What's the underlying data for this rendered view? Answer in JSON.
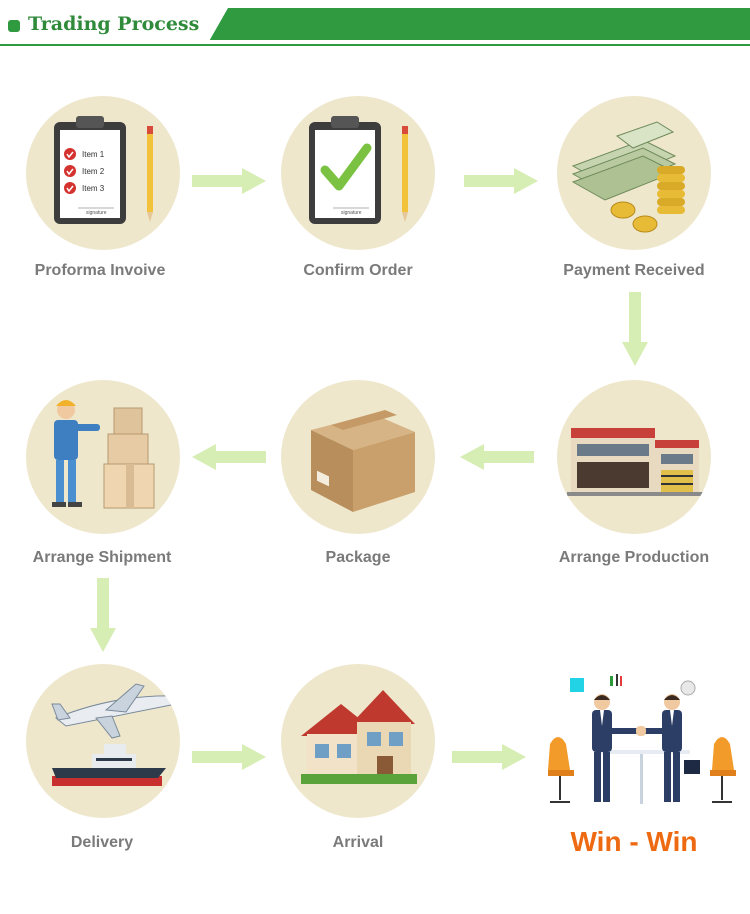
{
  "header": {
    "title": "Trading Process"
  },
  "steps": [
    {
      "label": "Proforma Invoive",
      "icon": "invoice-clipboard-icon"
    },
    {
      "label": "Confirm Order",
      "icon": "confirm-clipboard-icon"
    },
    {
      "label": "Payment Received",
      "icon": "money-stack-icon"
    },
    {
      "label": "Arrange Production",
      "icon": "factory-icon"
    },
    {
      "label": "Package",
      "icon": "cardboard-box-icon"
    },
    {
      "label": "Arrange Shipment",
      "icon": "worker-boxes-icon"
    },
    {
      "label": "Delivery",
      "icon": "plane-ship-icon"
    },
    {
      "label": "Arrival",
      "icon": "house-icon"
    },
    {
      "label": "Win - Win",
      "icon": "handshake-icon"
    }
  ],
  "invoice": {
    "items": [
      "Item 1",
      "Item 2",
      "Item 3"
    ],
    "signature": "signature"
  },
  "confirm": {
    "signature": "signature"
  },
  "colors": {
    "header": "#2f9a3f",
    "arrow": "#d6edb4",
    "circle": "#eee7cc",
    "label": "#7a7a7a",
    "winwin": "#ee6a12"
  }
}
